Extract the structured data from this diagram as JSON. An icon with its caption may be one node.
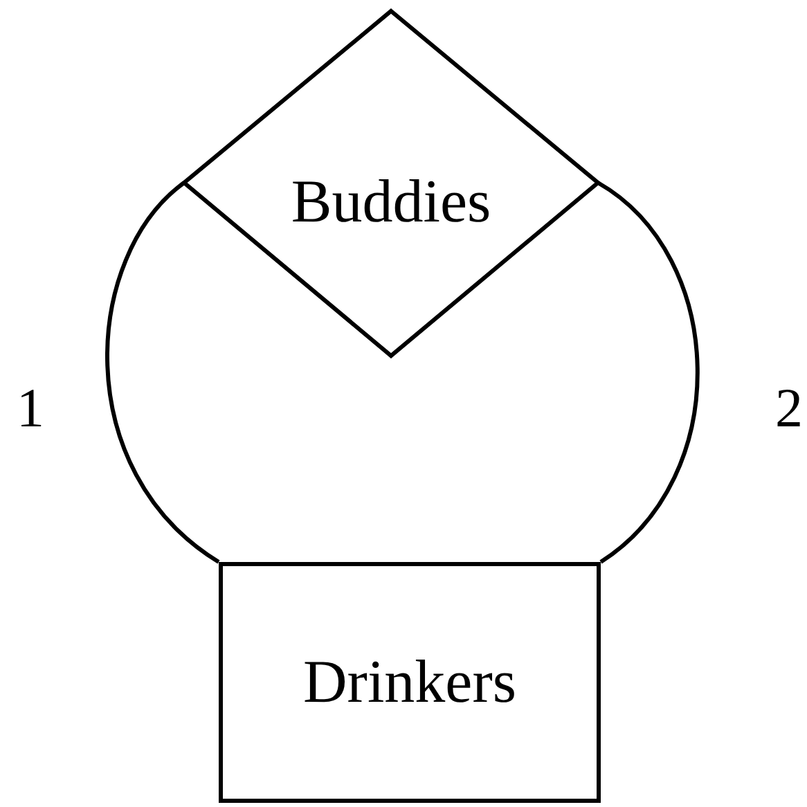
{
  "diagram": {
    "nodes": [
      {
        "text": [
          "Buddies"
        ]
      },
      {
        "text": [
          "Drinkers"
        ]
      }
    ],
    "edges": [
      {
        "from": 0,
        "to": 1,
        "arrow": "none",
        "label": "1"
      },
      {
        "from": 0,
        "to": 1,
        "arrow": "none",
        "label": "2"
      }
    ]
  }
}
